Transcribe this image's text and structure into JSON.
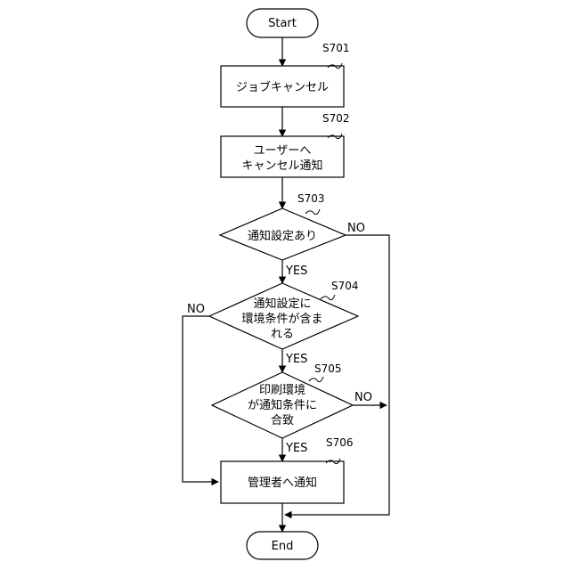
{
  "nodes": {
    "start": {
      "label": "Start"
    },
    "s701": {
      "step": "S701",
      "label": "ジョブキャンセル"
    },
    "s702": {
      "step": "S702",
      "lines": [
        "ユーザーへ",
        "キャンセル通知"
      ]
    },
    "s703": {
      "step": "S703",
      "label": "通知設定あり"
    },
    "s704": {
      "step": "S704",
      "lines": [
        "通知設定に",
        "環境条件が含ま",
        "れる"
      ]
    },
    "s705": {
      "step": "S705",
      "lines": [
        "印刷環境",
        "が通知条件に",
        "合致"
      ]
    },
    "s706": {
      "step": "S706",
      "label": "管理者へ通知"
    },
    "end": {
      "label": "End"
    }
  },
  "edges": {
    "s703_yes": "YES",
    "s703_no": "NO",
    "s704_yes": "YES",
    "s704_no": "NO",
    "s705_yes": "YES",
    "s705_no": "NO"
  }
}
